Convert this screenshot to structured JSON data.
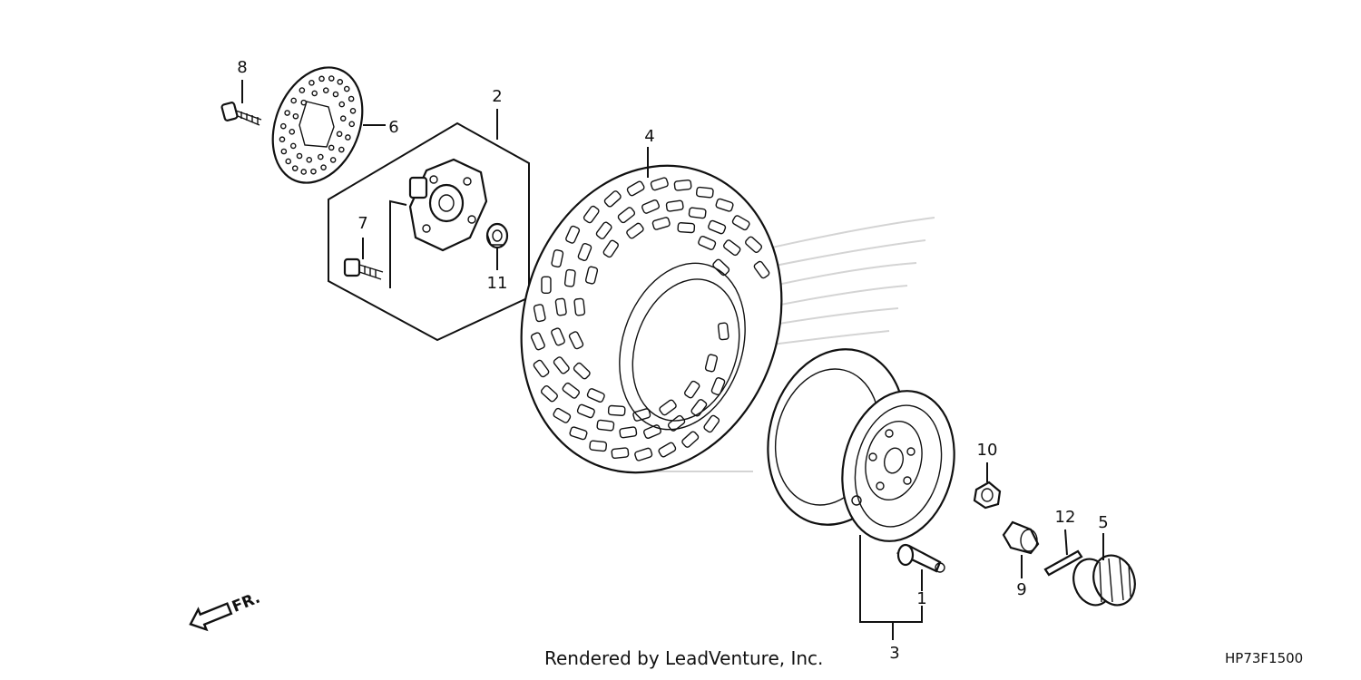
{
  "callouts": {
    "c1": "1",
    "c2": "2",
    "c3": "3",
    "c4": "4",
    "c5": "5",
    "c6": "6",
    "c7": "7",
    "c8": "8",
    "c9": "9",
    "c10": "10",
    "c11": "11",
    "c12": "12"
  },
  "direction_arrow": {
    "label": "FR."
  },
  "footer": {
    "credit": "Rendered by LeadVenture, Inc.",
    "diagram_code": "HP73F1500"
  },
  "colors": {
    "line": "#111111",
    "watermark": "#d4d4d4",
    "background": "#ffffff"
  }
}
